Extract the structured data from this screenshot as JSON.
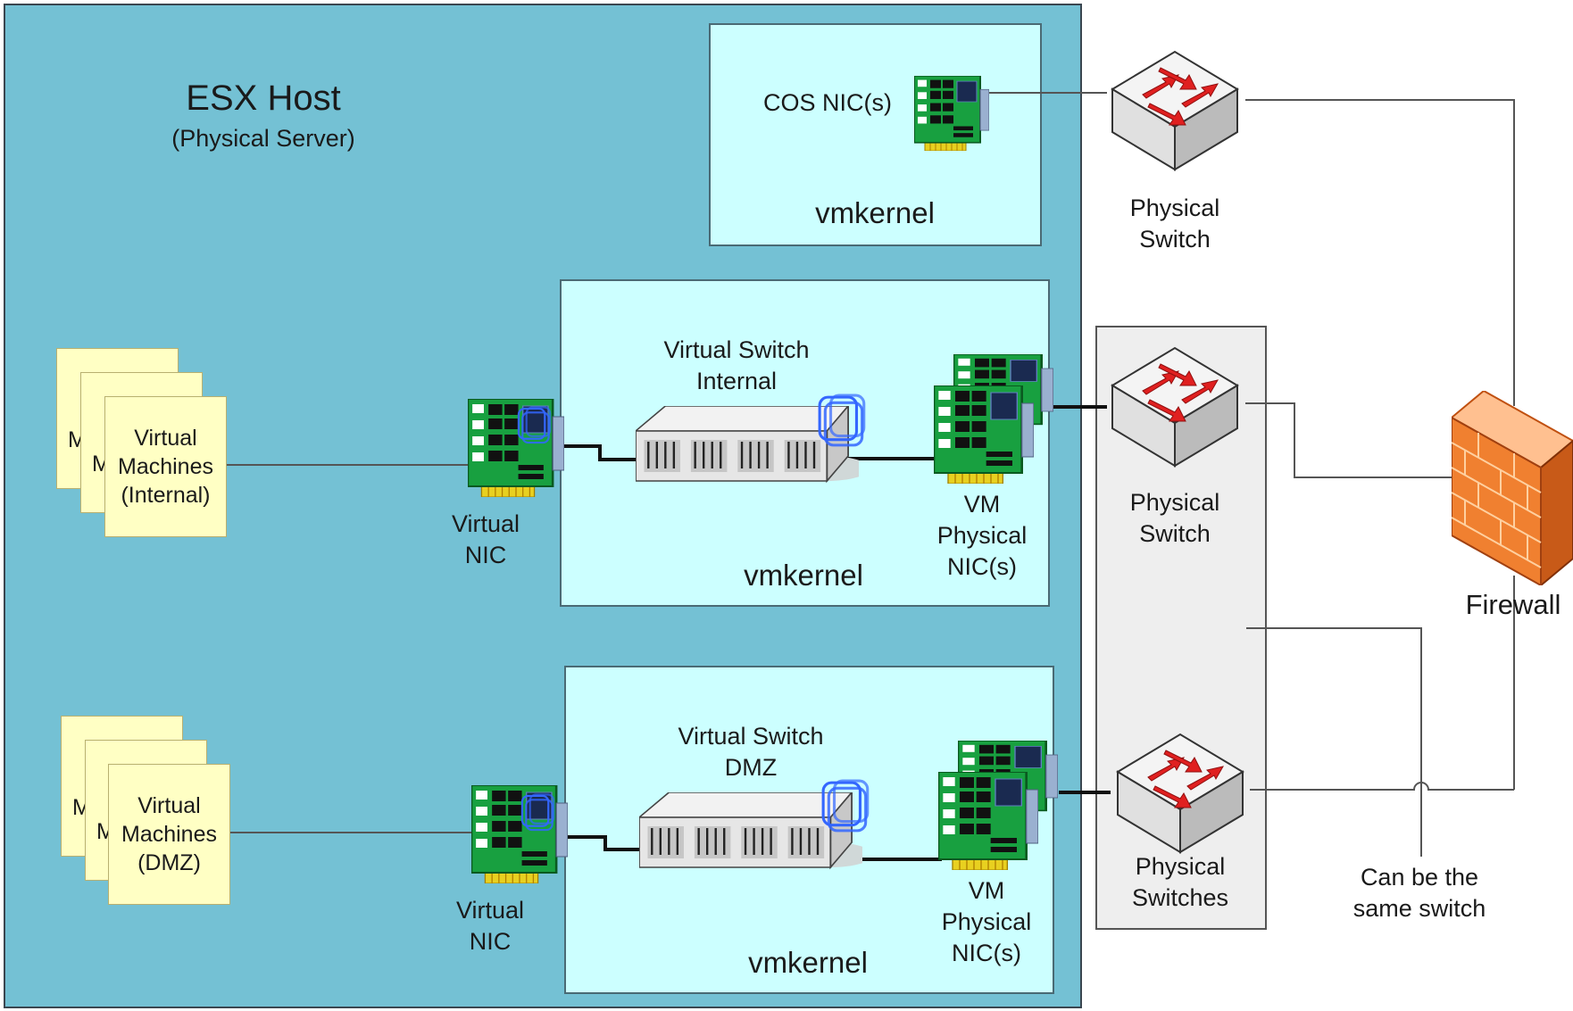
{
  "host": {
    "title": "ESX Host",
    "subtitle": "(Physical Server)"
  },
  "cos_panel": {
    "nic_label": "COS NIC(s)",
    "kernel_label": "vmkernel"
  },
  "internal": {
    "vm_front_label": "Virtual\nMachines\n(Internal)",
    "vm_peek_letters": [
      "M",
      "M"
    ],
    "vnic_label": "Virtual\nNIC",
    "switch_label": "Virtual Switch\nInternal",
    "pnic_label": "VM\nPhysical\nNIC(s)",
    "kernel_label": "vmkernel"
  },
  "dmz": {
    "vm_front_label": "Virtual\nMachines\n(DMZ)",
    "vm_peek_letters": [
      "M",
      "M"
    ],
    "vnic_label": "Virtual\nNIC",
    "switch_label": "Virtual Switch\nDMZ",
    "pnic_label": "VM\nPhysical\nNIC(s)",
    "kernel_label": "vmkernel"
  },
  "physical": {
    "switch_top_label": "Physical\nSwitch",
    "switch_mid_label": "Physical\nSwitch",
    "switch_bottom_label": "Physical\nSwitches",
    "note": "Can be the\nsame switch"
  },
  "firewall": {
    "label": "Firewall"
  },
  "icons": [
    "nic-card-icon",
    "virtual-nic-icon",
    "virtual-switch-icon",
    "physical-switch-icon",
    "firewall-icon"
  ],
  "colors": {
    "host_fill": "#74c1d4",
    "kernel_fill": "#ccffff",
    "vm_fill": "#ffffc4",
    "group_fill": "#eeeeee",
    "firewall": "#f08030"
  }
}
